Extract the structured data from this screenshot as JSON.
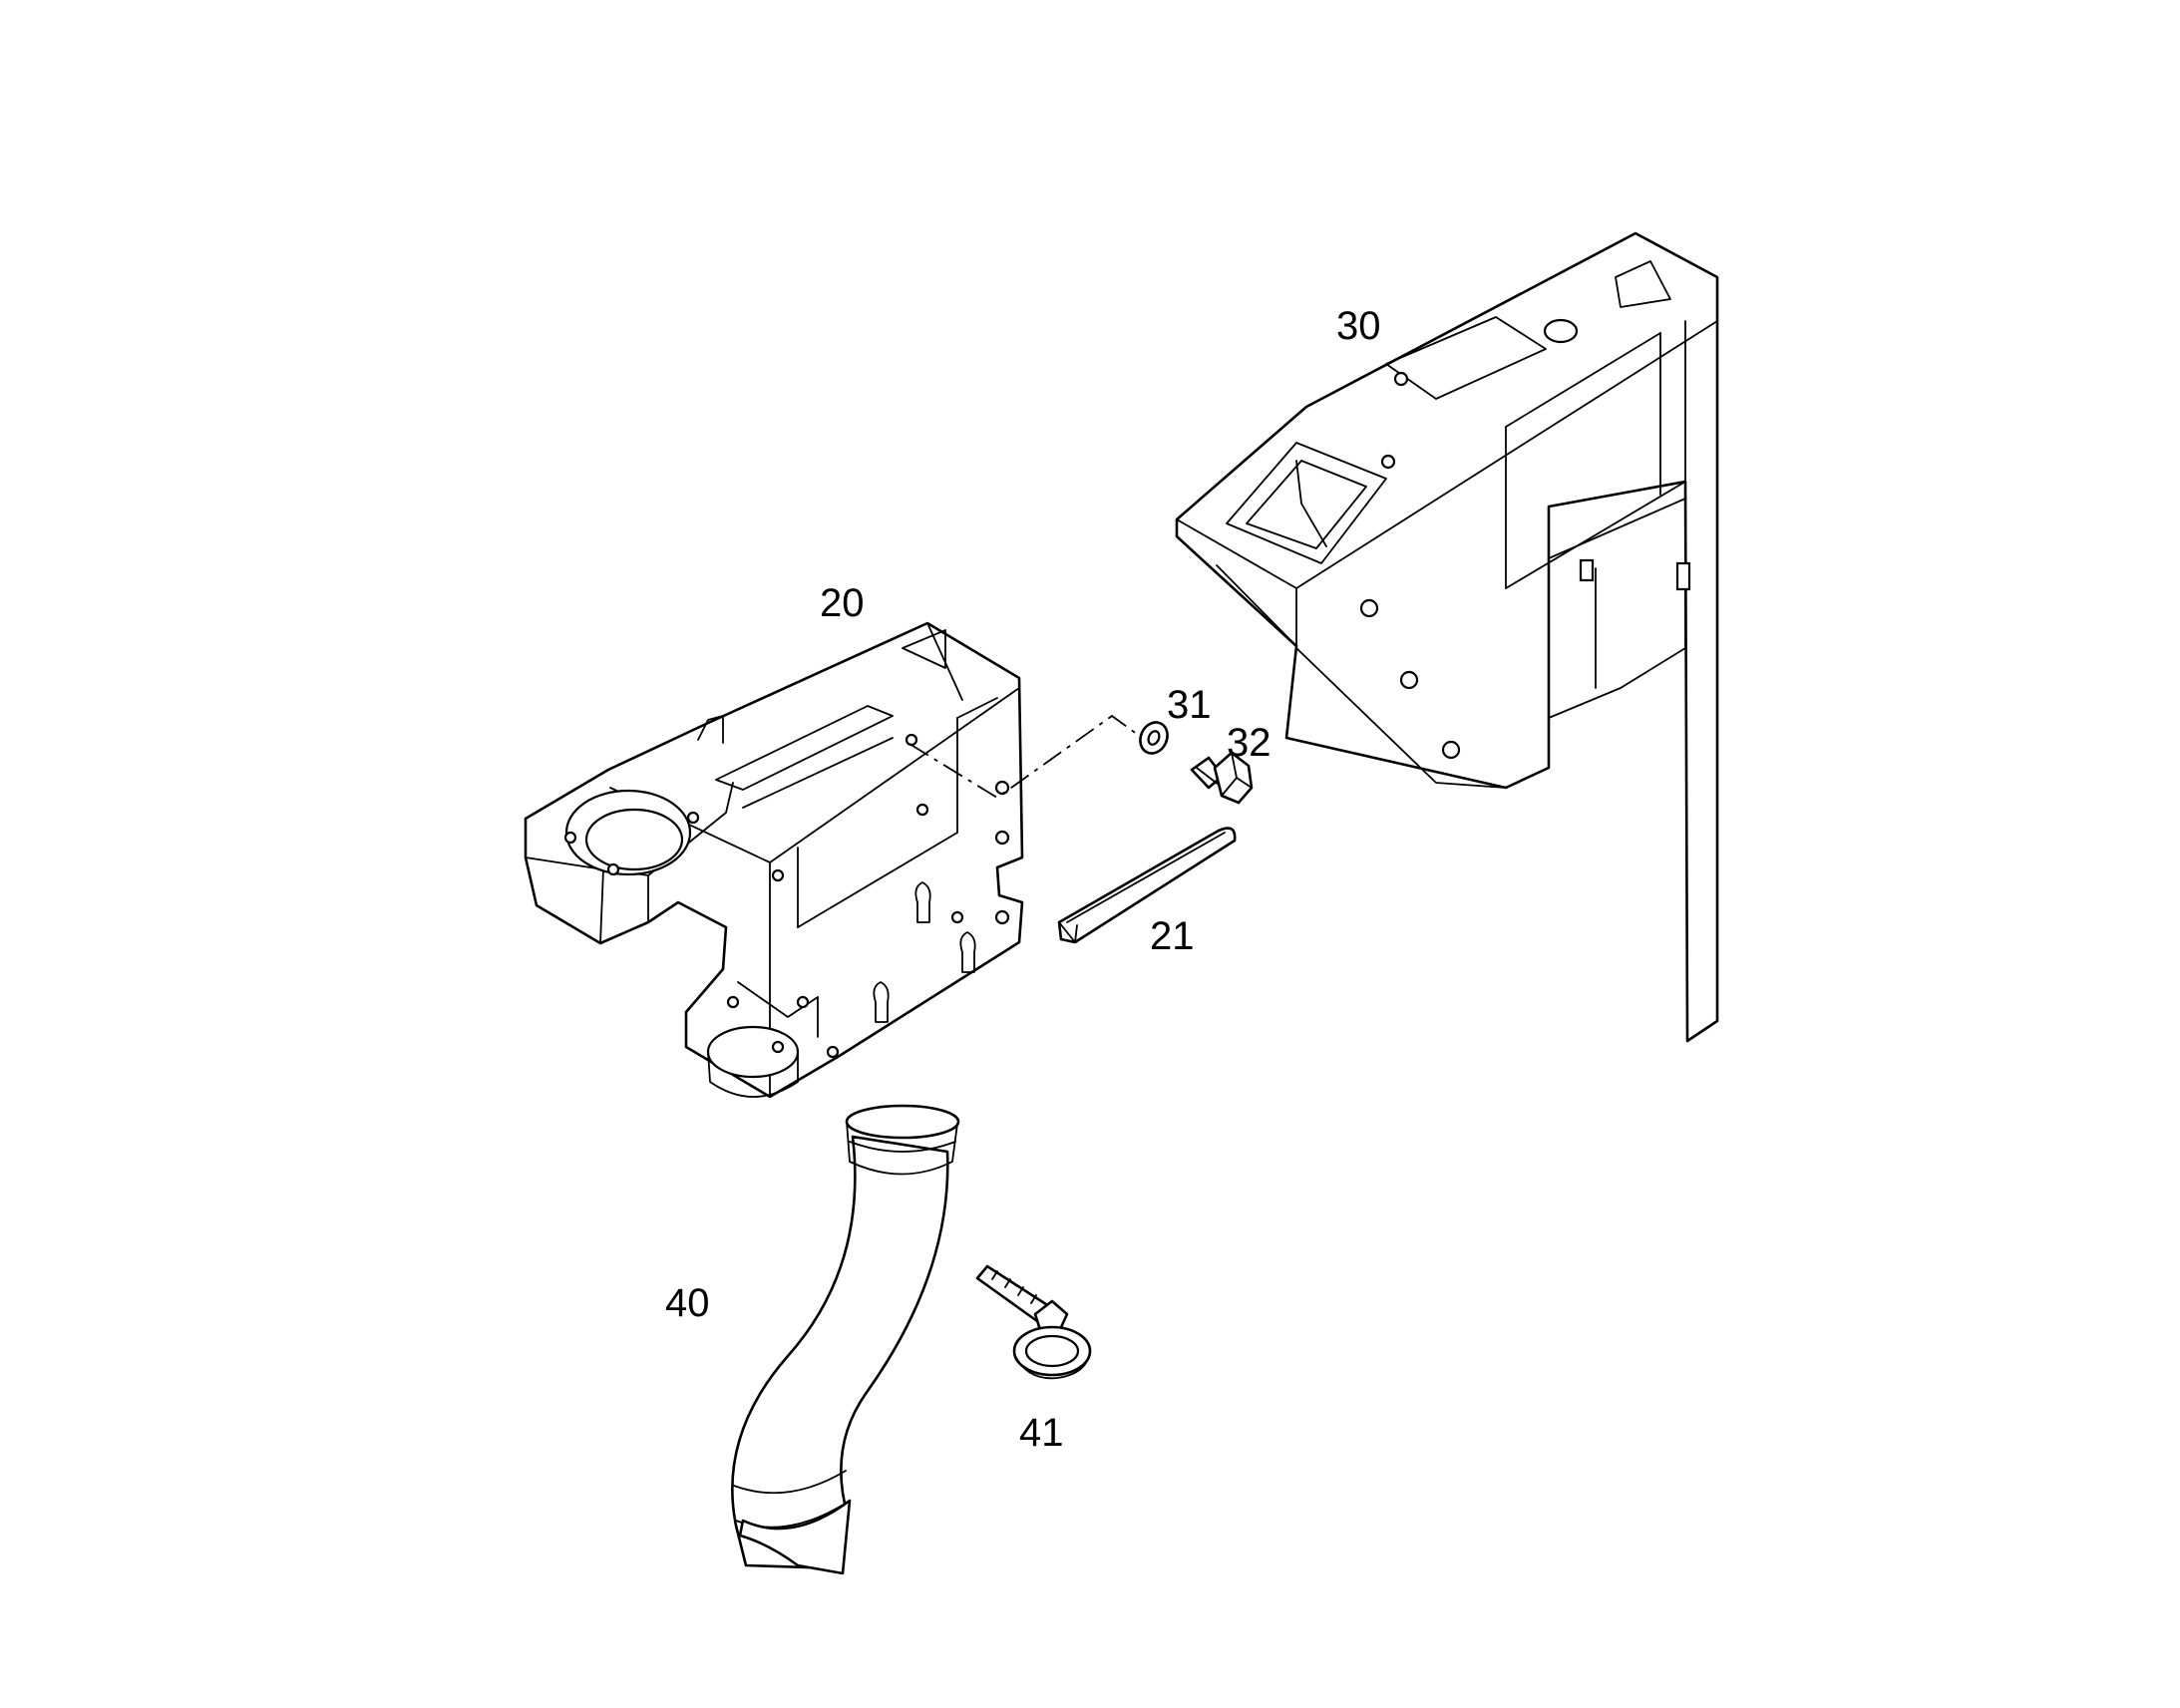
{
  "callouts": {
    "c20": "20",
    "c21": "21",
    "c30": "30",
    "c31": "31",
    "c32": "32",
    "c40": "40",
    "c41": "41"
  },
  "colors": {
    "line": "#000000",
    "background": "#ffffff"
  }
}
